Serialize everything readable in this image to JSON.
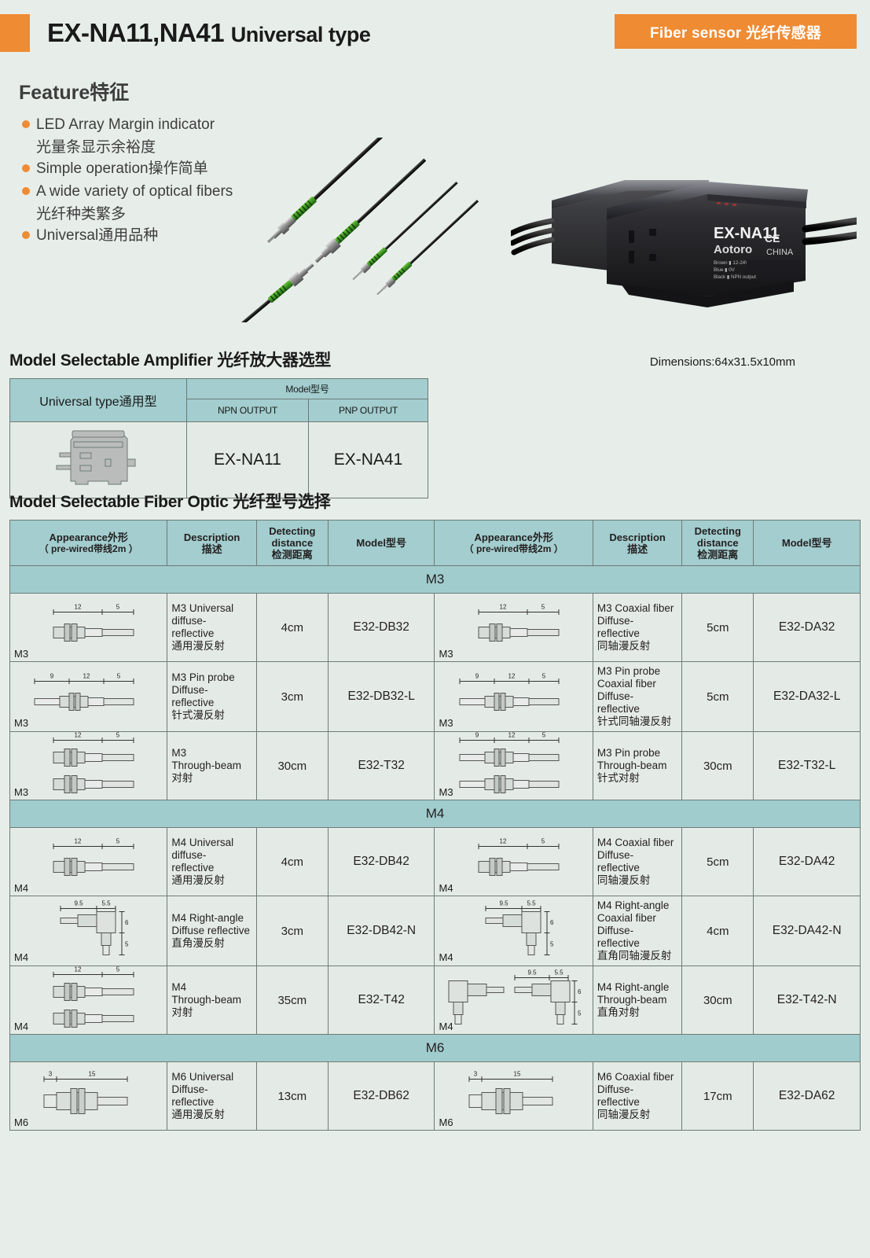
{
  "header": {
    "model_title": "EX-NA11,NA41",
    "type_title": "Universal type",
    "category_tag": "Fiber sensor 光纤传感器"
  },
  "feature": {
    "title": "Feature特征",
    "items": [
      {
        "en": "LED Array Margin indicator",
        "cn": "光量条显示余裕度"
      },
      {
        "en": "Simple operation操作简单",
        "cn": ""
      },
      {
        "en": "A wide variety of optical fibers",
        "cn": "光纤种类繁多"
      },
      {
        "en": "Universal通用品种",
        "cn": ""
      }
    ]
  },
  "product_photo": {
    "label_model": "EX-NA11",
    "label_brand": "Aotoro",
    "label_origin": "CHINA",
    "label_ce": "CE",
    "wiring": [
      "Brown 12-24VDC",
      "Blue 0V",
      "Black NPN output"
    ]
  },
  "amplifier_section": {
    "title_en": "Model Selectable Amplifier",
    "title_cn": "光纤放大器选型",
    "dimensions_note": "Dimensions:64x31.5x10mm",
    "col_appearance": "Universal type通用型",
    "col_model_group": "Model型号",
    "col_npn": "NPN OUTPUT",
    "col_pnp": "PNP OUTPUT",
    "model_npn": "EX-NA11",
    "model_pnp": "EX-NA41"
  },
  "fiber_section": {
    "title_en": "Model Selectable Fiber Optic",
    "title_cn": "光纤型号选择",
    "headers": {
      "appearance_en": "Appearance外形",
      "appearance_note": "（ pre-wired带线2m ）",
      "description_en": "Description",
      "description_cn": "描述",
      "detecting_en": "Detecting distance",
      "detecting_cn": "检测距离",
      "model": "Model型号"
    },
    "bands": [
      "M3",
      "M4",
      "M6"
    ],
    "groups": [
      {
        "band": "M3",
        "rows": [
          {
            "left": {
              "thread": "M3",
              "shape": "straight",
              "dims": [
                "12",
                "5"
              ],
              "description": "M3 Universal diffuse-reflective\n通用漫反射",
              "desc_lines": [
                "M3 Universal",
                "diffuse-",
                "reflective",
                "通用漫反射"
              ],
              "distance": "4cm",
              "model": "E32-DB32"
            },
            "right": {
              "thread": "M3",
              "shape": "straight",
              "dims": [
                "12",
                "5"
              ],
              "desc_lines": [
                "M3 Coaxial fiber",
                "Diffuse-",
                "reflective",
                "同轴漫反射"
              ],
              "distance": "5cm",
              "model": "E32-DA32"
            }
          },
          {
            "left": {
              "thread": "M3",
              "shape": "pin",
              "dims": [
                "9",
                "12",
                "5"
              ],
              "desc_lines": [
                "M3 Pin probe",
                "Diffuse-",
                "reflective",
                "针式漫反射"
              ],
              "distance": "3cm",
              "model": "E32-DB32-L"
            },
            "right": {
              "thread": "M3",
              "shape": "pin",
              "dims": [
                "9",
                "12",
                "5"
              ],
              "desc_lines": [
                "M3 Pin probe",
                "Coaxial fiber",
                "Diffuse-",
                "reflective",
                "针式同轴漫反射"
              ],
              "distance": "5cm",
              "model": "E32-DA32-L"
            }
          },
          {
            "left": {
              "thread": "M3",
              "shape": "through",
              "dims": [
                "12",
                "5"
              ],
              "desc_lines": [
                "M3",
                "Through-beam",
                "对射"
              ],
              "distance": "30cm",
              "model": "E32-T32"
            },
            "right": {
              "thread": "M3",
              "shape": "through-pin",
              "dims": [
                "9",
                "12",
                "5"
              ],
              "desc_lines": [
                "M3 Pin probe",
                "Through-beam",
                "针式对射"
              ],
              "distance": "30cm",
              "model": "E32-T32-L"
            }
          }
        ]
      },
      {
        "band": "M4",
        "rows": [
          {
            "left": {
              "thread": "M4",
              "shape": "straight",
              "dims": [
                "12",
                "5"
              ],
              "desc_lines": [
                "M4 Universal",
                "diffuse-",
                "reflective",
                "通用漫反射"
              ],
              "distance": "4cm",
              "model": "E32-DB42"
            },
            "right": {
              "thread": "M4",
              "shape": "straight",
              "dims": [
                "12",
                "5"
              ],
              "desc_lines": [
                "M4 Coaxial fiber",
                "Diffuse-",
                "reflective",
                "同轴漫反射"
              ],
              "distance": "5cm",
              "model": "E32-DA42"
            }
          },
          {
            "left": {
              "thread": "M4",
              "shape": "right-angle",
              "dims": [
                "9.5",
                "5.5",
                "6",
                "5"
              ],
              "desc_lines": [
                "M4 Right-angle",
                "Diffuse reflective",
                "直角漫反射"
              ],
              "distance": "3cm",
              "model": "E32-DB42-N"
            },
            "right": {
              "thread": "M4",
              "shape": "right-angle",
              "dims": [
                "9.5",
                "5.5",
                "6",
                "5"
              ],
              "desc_lines": [
                "M4 Right-angle",
                "Coaxial fiber",
                "Diffuse-",
                "reflective",
                "直角同轴漫反射"
              ],
              "distance": "4cm",
              "model": "E32-DA42-N"
            }
          },
          {
            "left": {
              "thread": "M4",
              "shape": "through",
              "dims": [
                "12",
                "5"
              ],
              "desc_lines": [
                "M4",
                "Through-beam",
                "对射"
              ],
              "distance": "35cm",
              "model": "E32-T42"
            },
            "right": {
              "thread": "M4",
              "shape": "right-angle-pair",
              "dims": [
                "9.5",
                "5.5",
                "6",
                "5"
              ],
              "desc_lines": [
                "M4 Right-angle",
                "Through-beam",
                "直角对射"
              ],
              "distance": "30cm",
              "model": "E32-T42-N"
            }
          }
        ]
      },
      {
        "band": "M6",
        "rows": [
          {
            "left": {
              "thread": "M6",
              "shape": "m6",
              "dims": [
                "3",
                "15"
              ],
              "desc_lines": [
                "M6 Universal",
                "Diffuse-",
                "reflective",
                "通用漫反射"
              ],
              "distance": "13cm",
              "model": "E32-DB62"
            },
            "right": {
              "thread": "M6",
              "shape": "m6",
              "dims": [
                "3",
                "15"
              ],
              "desc_lines": [
                "M6 Coaxial fiber",
                "Diffuse-",
                "reflective",
                "同轴漫反射"
              ],
              "distance": "17cm",
              "model": "E32-DA62"
            }
          }
        ]
      }
    ]
  },
  "colors": {
    "accent_orange": "#ef8b33",
    "header_teal": "#a3cdce",
    "band_teal": "#a0ccce",
    "cell_bg": "#e4ebe6",
    "page_bg": "#e7eeea",
    "border": "#6e7b77"
  }
}
